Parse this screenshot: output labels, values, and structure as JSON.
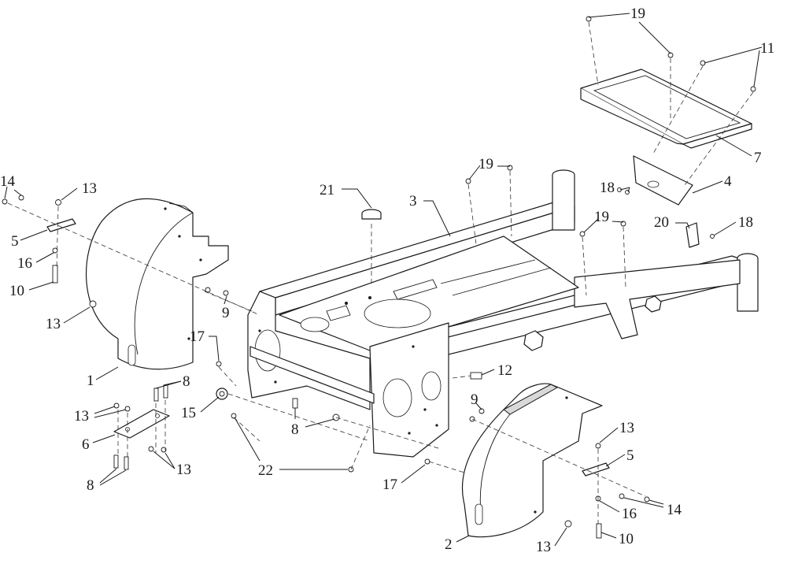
{
  "callouts": [
    {
      "id": "c19a",
      "label": "19"
    },
    {
      "id": "c11",
      "label": "11"
    },
    {
      "id": "c7",
      "label": "7"
    },
    {
      "id": "c4",
      "label": "4"
    },
    {
      "id": "c18a",
      "label": "18"
    },
    {
      "id": "c19b",
      "label": "19"
    },
    {
      "id": "c21",
      "label": "21"
    },
    {
      "id": "c3",
      "label": "3"
    },
    {
      "id": "c19c",
      "label": "19"
    },
    {
      "id": "c20",
      "label": "20"
    },
    {
      "id": "c18b",
      "label": "18"
    },
    {
      "id": "c14a",
      "label": "14"
    },
    {
      "id": "c13a",
      "label": "13"
    },
    {
      "id": "c5a",
      "label": "5"
    },
    {
      "id": "c16a",
      "label": "16"
    },
    {
      "id": "c10a",
      "label": "10"
    },
    {
      "id": "c13b",
      "label": "13"
    },
    {
      "id": "c9a",
      "label": "9"
    },
    {
      "id": "c17a",
      "label": "17"
    },
    {
      "id": "c1",
      "label": "1"
    },
    {
      "id": "c8a",
      "label": "8"
    },
    {
      "id": "c13c",
      "label": "13"
    },
    {
      "id": "c6",
      "label": "6"
    },
    {
      "id": "c13d",
      "label": "13"
    },
    {
      "id": "c8b",
      "label": "8"
    },
    {
      "id": "c15",
      "label": "15"
    },
    {
      "id": "c8c",
      "label": "8"
    },
    {
      "id": "c22",
      "label": "22"
    },
    {
      "id": "c12",
      "label": "12"
    },
    {
      "id": "c9b",
      "label": "9"
    },
    {
      "id": "c17b",
      "label": "17"
    },
    {
      "id": "c13e",
      "label": "13"
    },
    {
      "id": "c5b",
      "label": "5"
    },
    {
      "id": "c14b",
      "label": "14"
    },
    {
      "id": "c16b",
      "label": "16"
    },
    {
      "id": "c10b",
      "label": "10"
    },
    {
      "id": "c13f",
      "label": "13"
    },
    {
      "id": "c2",
      "label": "2"
    }
  ]
}
